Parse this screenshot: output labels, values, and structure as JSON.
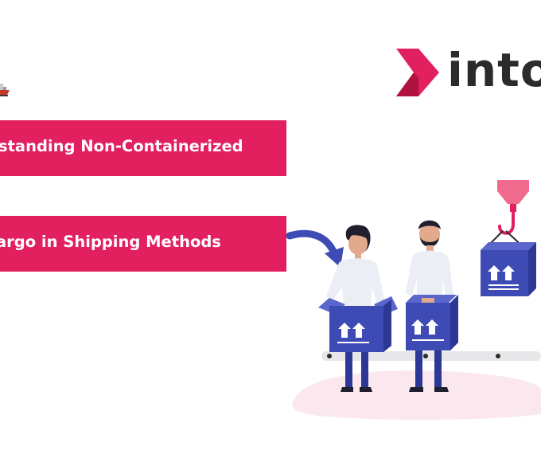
{
  "brand": {
    "wordmark": "into",
    "accent_color": "#e2205f",
    "logo_icon": "chevron-mark-icon"
  },
  "banners": [
    {
      "text": "standing Non-Containerized"
    },
    {
      "text": "argo in Shipping Methods"
    }
  ],
  "colors": {
    "banner": "#e2205f",
    "box": "#3e4bb4",
    "box_dark": "#2d3796",
    "conveyor": "#e7e7ea",
    "shadow": "#fbe8ee"
  },
  "illustration": {
    "icons": [
      "ship-icon",
      "curved-arrow-icon",
      "crane-hook-icon",
      "cardboard-box-icon",
      "conveyor-belt",
      "worker-woman",
      "worker-man"
    ]
  }
}
